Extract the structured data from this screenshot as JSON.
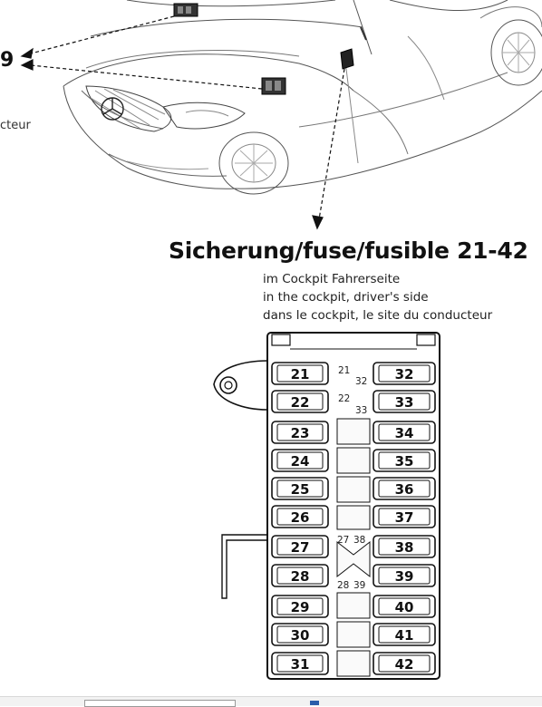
{
  "header": {
    "callout_number": "9",
    "edge_text": "cteur"
  },
  "fusebox": {
    "title": "Sicherung/fuse/fusible 21-42",
    "subtitle_de": "im Cockpit Fahrerseite",
    "subtitle_en": "in the cockpit, driver's side",
    "subtitle_fr": "dans le cockpit, le site du conducteur",
    "left_fuses": [
      "21",
      "22",
      "23",
      "24",
      "25",
      "26",
      "27",
      "28",
      "29",
      "30",
      "31"
    ],
    "right_fuses": [
      "32",
      "33",
      "34",
      "35",
      "36",
      "37",
      "38",
      "39",
      "40",
      "41",
      "42"
    ],
    "pin_labels": {
      "p21": "21",
      "p32": "32",
      "p22": "22",
      "p33": "33",
      "p27": "27",
      "p38": "38",
      "p28": "28",
      "p39": "39"
    }
  }
}
